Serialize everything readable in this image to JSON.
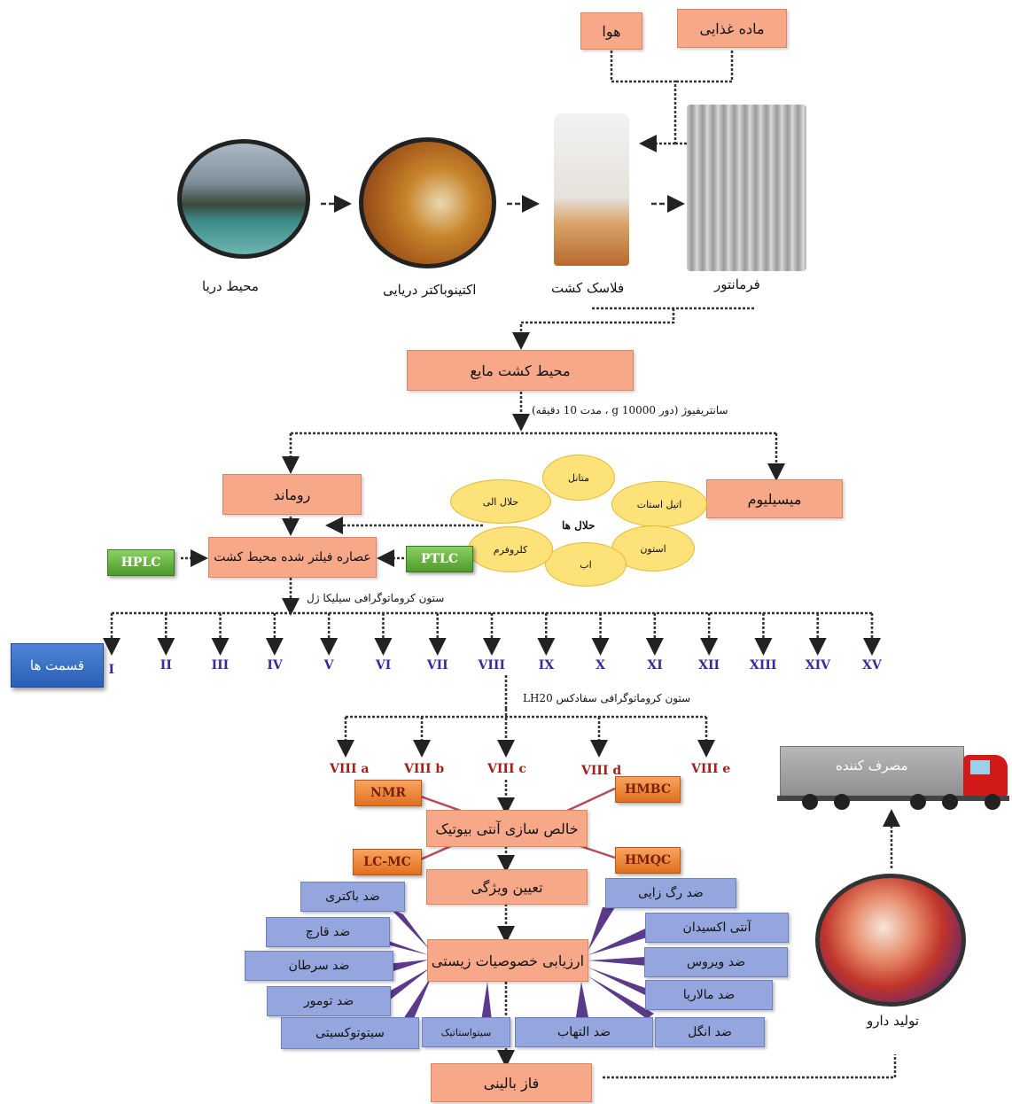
{
  "top": {
    "air": "هوا",
    "nutrient": "ماده غذایی"
  },
  "stages": {
    "sea": "محیط دریا",
    "actino": "اکتینوباکتر دریایی",
    "flask": "فلاسک کشت",
    "fermenter": "فرمانتور"
  },
  "liquid_medium": "محیط کشت مایع",
  "centrifuge": "سانتریفیوژ (دور g 10000 ، مدت 10 دقیقه)",
  "supernatant": "روماند",
  "mycelium": "میسیلیوم",
  "solvents": {
    "center": "حلال ها",
    "items": [
      "متانل",
      "اتیل استات",
      "استون",
      "اب",
      "کلروفرم",
      "حلال الی"
    ]
  },
  "filtered_extract": "عصاره فیلتر شده محیط کشت",
  "hplc": "HPLC",
  "ptlc": "PTLC",
  "silica_column": "ستون کروماتوگرافی سیلیکا ژل",
  "fractions_label": "قسمت ها",
  "fractions": [
    "I",
    "II",
    "III",
    "IV",
    "V",
    "VI",
    "VII",
    "VIII",
    "IX",
    "X",
    "XI",
    "XII",
    "XIII",
    "XIV",
    "XV"
  ],
  "sephadex_column": "ستون کروماتوگرافی سفادکس LH20",
  "sub_fractions": [
    "VIII a",
    "VIII b",
    "VIII c",
    "VIII d",
    "VIII e"
  ],
  "techniques": {
    "nmr": "NMR",
    "hmbc": "HMBC",
    "lcmc": "LC-MC",
    "hmqc": "HMQC"
  },
  "purification": "خالص سازی آنتی بیوتیک",
  "characterization": "تعیین ویژگی",
  "bio_eval": "ارزیابی خصوصیات زیستی",
  "properties_left": [
    "ضد باکتری",
    "ضد قارچ",
    "ضد سرطان",
    "ضد تومور",
    "سیتوتوکسیتی"
  ],
  "properties_bottom": [
    "سیتواستاتیک",
    "ضد التهاب",
    "ضد انگل"
  ],
  "properties_right": [
    "ضد رگ زایی",
    "آنتی اکسیدان",
    "ضد ویروس",
    "ضد مالاریا"
  ],
  "clinical": "فاز بالینی",
  "drug_production": "تولید دارو",
  "consumer": "مصرف کننده",
  "colors": {
    "orange_box": "#f7a889",
    "blue_box": "#94a6dd",
    "ellipse": "#fde27a",
    "arrow_purple": "#5b3a8a"
  }
}
